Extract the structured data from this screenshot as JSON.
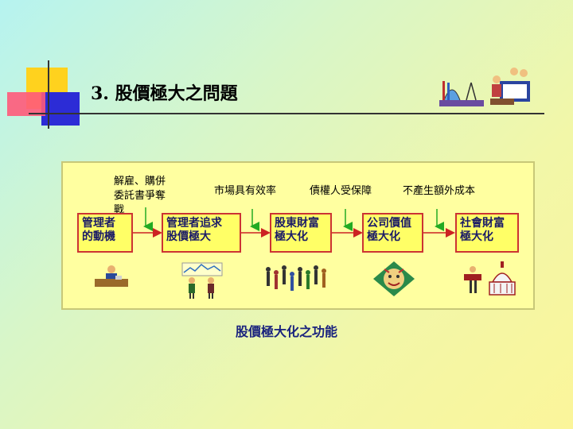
{
  "slide": {
    "title": "3. 股價極大之問題",
    "caption": "股價極大化之功能"
  },
  "diagram": {
    "top_labels": [
      "解雇、購併",
      "委託書爭奪",
      "戰",
      "市場具有效率",
      "債權人受保障",
      "不產生額外成本"
    ],
    "boxes": [
      {
        "line1": "管理者",
        "line2": "的動機"
      },
      {
        "line1": "管理者追求",
        "line2": "股價極大"
      },
      {
        "line1": "股東財富",
        "line2": "極大化"
      },
      {
        "line1": "公司價值",
        "line2": "極大化"
      },
      {
        "line1": "社會財富",
        "line2": "極大化"
      }
    ]
  },
  "colors": {
    "box_fill": "#ffff66",
    "box_border": "#cc3333",
    "flow_arrow": "#cc2222",
    "down_arrow": "#22aa22",
    "panel": "#ffffa0"
  }
}
